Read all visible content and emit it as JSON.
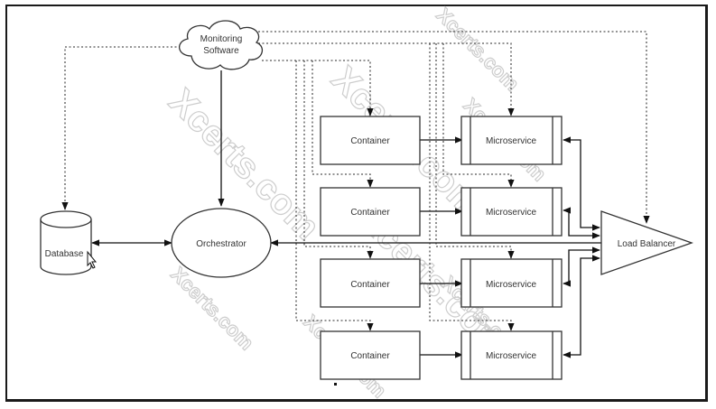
{
  "diagram": {
    "nodes": {
      "monitoring": "Monitoring\nSoftware",
      "monitoring_line1": "Monitoring",
      "monitoring_line2": "Software",
      "database": "Database",
      "orchestrator": "Orchestrator",
      "load_balancer": "Load Balancer",
      "containers": [
        "Container",
        "Container",
        "Container",
        "Container"
      ],
      "microservices": [
        "Microservice",
        "Microservice",
        "Microservice",
        "Microservice"
      ]
    },
    "edges": [
      {
        "from": "Monitoring Software",
        "to": "Database",
        "style": "dotted"
      },
      {
        "from": "Monitoring Software",
        "to": "Orchestrator",
        "style": "solid"
      },
      {
        "from": "Monitoring Software",
        "to": "Container 1",
        "style": "dotted"
      },
      {
        "from": "Monitoring Software",
        "to": "Container 2",
        "style": "dotted"
      },
      {
        "from": "Monitoring Software",
        "to": "Container 3",
        "style": "dotted"
      },
      {
        "from": "Monitoring Software",
        "to": "Container 4",
        "style": "dotted"
      },
      {
        "from": "Monitoring Software",
        "to": "Microservice 1",
        "style": "dotted"
      },
      {
        "from": "Monitoring Software",
        "to": "Microservice 2",
        "style": "dotted"
      },
      {
        "from": "Monitoring Software",
        "to": "Microservice 3",
        "style": "dotted"
      },
      {
        "from": "Monitoring Software",
        "to": "Microservice 4",
        "style": "dotted"
      },
      {
        "from": "Monitoring Software",
        "to": "Load Balancer",
        "style": "dotted"
      },
      {
        "from": "Database",
        "to": "Orchestrator",
        "style": "solid-bidirectional"
      },
      {
        "from": "Load Balancer",
        "to": "Orchestrator",
        "style": "solid"
      },
      {
        "from": "Container 1",
        "to": "Microservice 1",
        "style": "solid"
      },
      {
        "from": "Container 2",
        "to": "Microservice 2",
        "style": "solid"
      },
      {
        "from": "Container 3",
        "to": "Microservice 3",
        "style": "solid"
      },
      {
        "from": "Container 4",
        "to": "Microservice 4",
        "style": "solid"
      },
      {
        "from": "Microservice 1",
        "to": "Load Balancer",
        "style": "solid-bidirectional"
      },
      {
        "from": "Microservice 2",
        "to": "Load Balancer",
        "style": "solid-bidirectional"
      },
      {
        "from": "Microservice 3",
        "to": "Load Balancer",
        "style": "solid-bidirectional"
      },
      {
        "from": "Microservice 4",
        "to": "Load Balancer",
        "style": "solid-bidirectional"
      }
    ],
    "watermark": "Xcerts.com"
  }
}
